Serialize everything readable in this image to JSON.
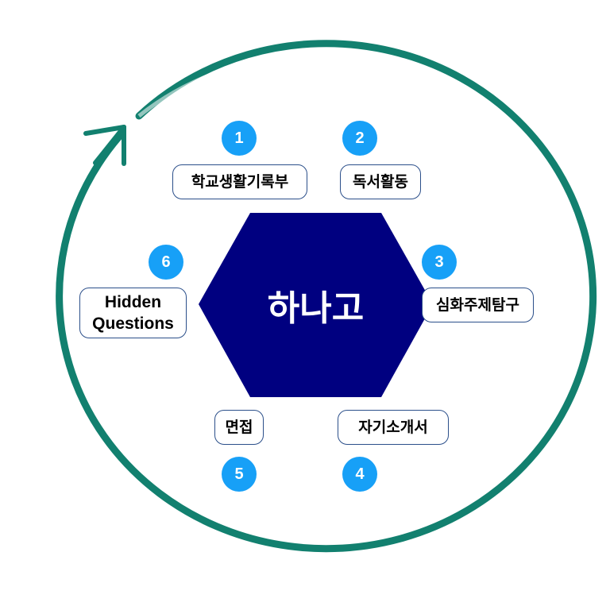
{
  "center": {
    "title": "하나고"
  },
  "colors": {
    "cycle_arrow": "#12806f",
    "hexagon": "#000080",
    "badge": "#17a0f7"
  },
  "steps": [
    {
      "number": "1",
      "label": "학교생활기록부"
    },
    {
      "number": "2",
      "label": "독서활동"
    },
    {
      "number": "3",
      "label": "심화주제탐구"
    },
    {
      "number": "4",
      "label": "자기소개서"
    },
    {
      "number": "5",
      "label": "면접"
    },
    {
      "number": "6",
      "label": "Hidden Questions"
    }
  ]
}
